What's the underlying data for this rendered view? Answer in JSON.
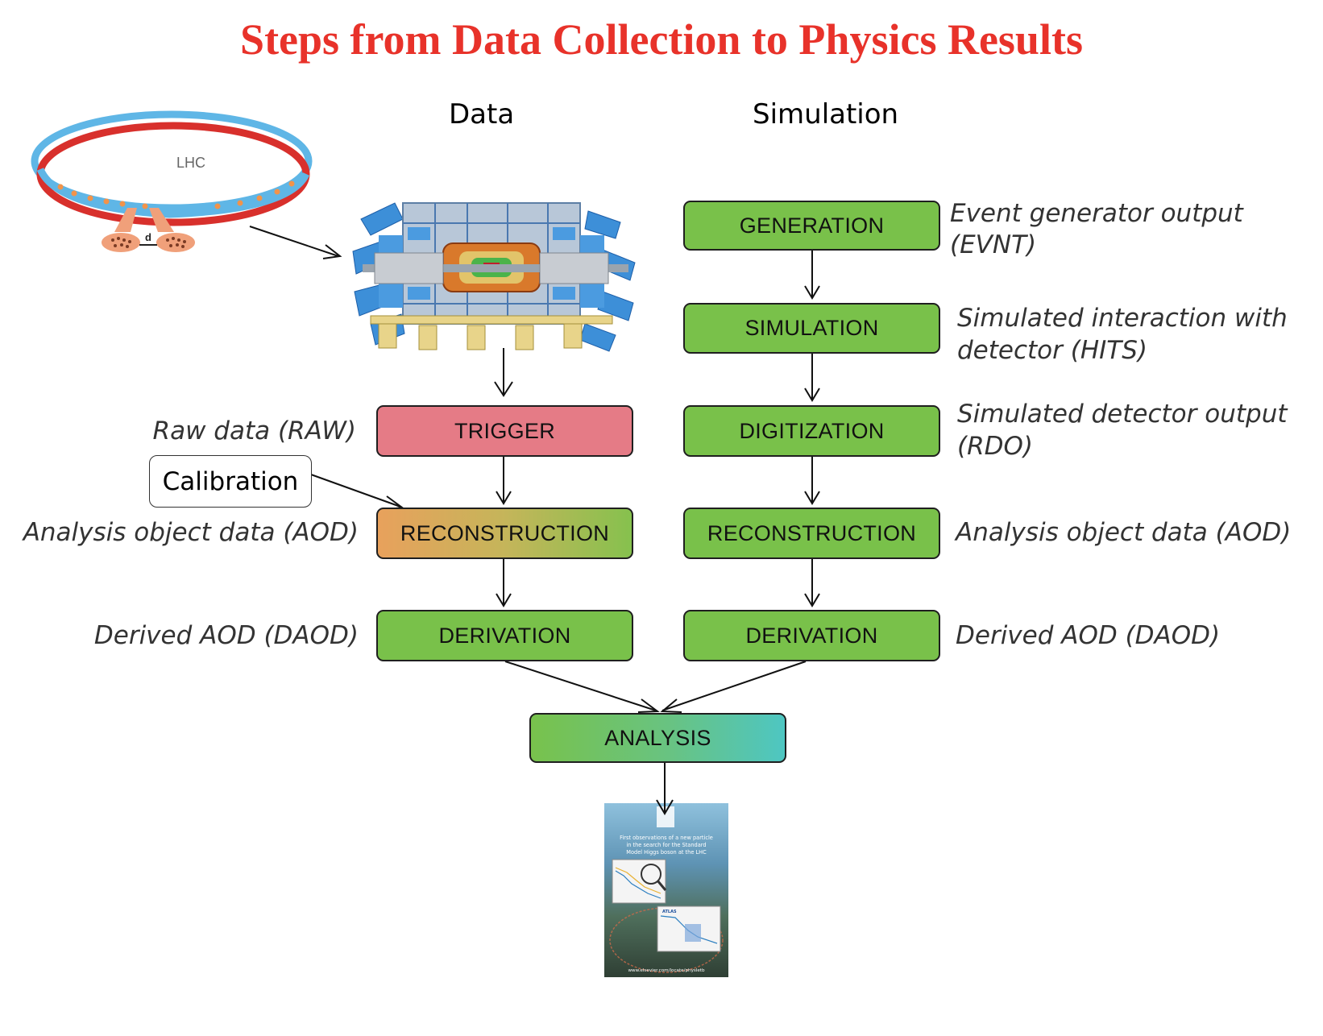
{
  "title": "Steps from Data Collection to Physics Results",
  "columns": {
    "data": "Data",
    "simulation": "Simulation"
  },
  "lhc": {
    "label": "LHC",
    "distance_symbol": "d"
  },
  "data_chain": {
    "trigger": "TRIGGER",
    "reconstruction": "RECONSTRUCTION",
    "derivation": "DERIVATION"
  },
  "sim_chain": {
    "generation": "GENERATION",
    "simulation": "SIMULATION",
    "digitization": "DIGITIZATION",
    "reconstruction": "RECONSTRUCTION",
    "derivation": "DERIVATION"
  },
  "analysis": "ANALYSIS",
  "calibration": "Calibration",
  "data_labels": {
    "raw": "Raw data (RAW)",
    "aod": "Analysis object data (AOD)",
    "daod": "Derived AOD (DAOD)"
  },
  "sim_labels": {
    "evnt_line1": "Event generator output",
    "evnt_line2": "(EVNT)",
    "hits_line1": "Simulated interaction with",
    "hits_line2": "detector (HITS)",
    "rdo_line1": "Simulated detector output",
    "rdo_line2": "(RDO)",
    "aod": "Analysis object data (AOD)",
    "daod": "Derived AOD (DAOD)"
  },
  "journal": {
    "headline_1": "First observations of a new particle",
    "headline_2": "in the search for the Standard",
    "headline_3": "Model Higgs boson at the LHC",
    "footer_url": "www.elsevier.com/locate/physletb",
    "inset_label": "ATLAS"
  },
  "colors": {
    "title": "#e8322a",
    "green_box": "#79c14a",
    "trigger_box": "#e57b86",
    "detector_blue": "#3d8fd8"
  }
}
